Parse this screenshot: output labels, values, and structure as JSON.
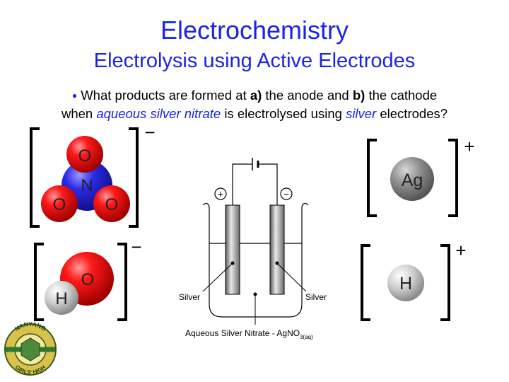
{
  "slide": {
    "title": "Electrochemistry",
    "subtitle": "Electrolysis using Active Electrodes",
    "question": {
      "part1": "What products are formed at ",
      "a": "a)",
      "part2": " the anode and ",
      "b": "b)",
      "part3": " the cathode",
      "part4": "when ",
      "hl1": "aqueous silver nitrate",
      "part5": " is electrolysed using ",
      "hl2": "silver",
      "part6": " electrodes?"
    }
  },
  "ions": {
    "nitrate": {
      "atoms": [
        "O",
        "N",
        "O",
        "O"
      ],
      "charge": "−"
    },
    "hydroxide": {
      "atoms": [
        "O",
        "H"
      ],
      "charge": "−"
    },
    "silver": {
      "atom": "Ag",
      "charge": "+"
    },
    "hydrogen": {
      "atom": "H",
      "charge": "+"
    }
  },
  "apparatus": {
    "anode_sign": "+",
    "cathode_sign": "−",
    "left_label": "Silver",
    "right_label": "Silver",
    "solution_label": "Aqueous Silver Nitrate - AgNO",
    "solution_subscript": "3(aq)"
  },
  "logo": {
    "top_text": "NANYANG",
    "bottom_text": "GIRLS' HIGH"
  },
  "colors": {
    "title": "#1a24e6",
    "oxygen": "#e00000",
    "nitrogen": "#2a2ae0",
    "hydrogen": "#cfcfcf",
    "silver": "#8a8a8a"
  }
}
